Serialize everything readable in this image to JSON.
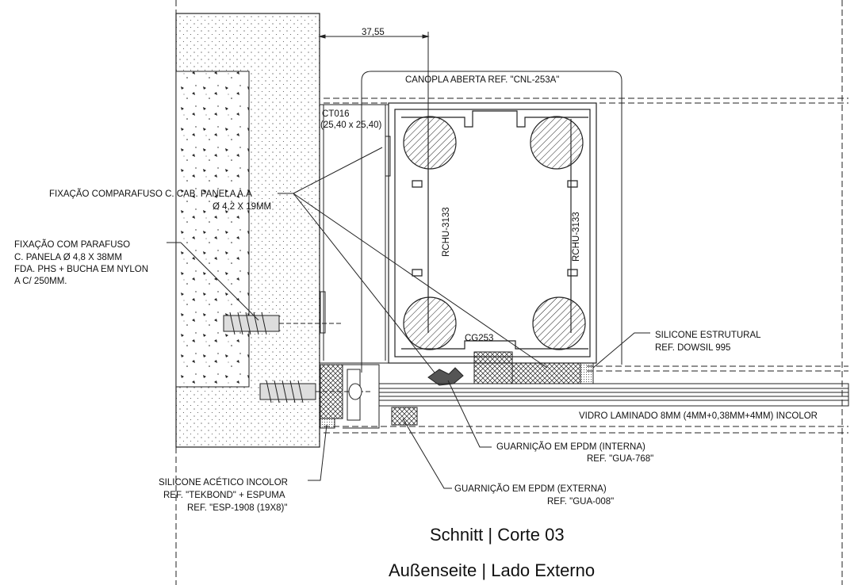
{
  "dimension": "37,55",
  "labels": {
    "canopla": "CANOPLA ABERTA REF. \"CNL-253A\"",
    "ct016_line1": "CT016",
    "ct016_line2": "(25,40 x 25,40)",
    "fix_comp_line1": "FIXAÇÃO COMPARAFUSO C. CAB. PANELA A.A",
    "fix_comp_line2": "Ø 4,2 X 19MM",
    "fix_par_line1": "FIXAÇÃO COM PARAFUSO",
    "fix_par_line2": "C. PANELA Ø 4,8 X 38MM",
    "fix_par_line3": "FDA. PHS + BUCHA EM NYLON",
    "fix_par_line4": "A C/ 250MM.",
    "rchu_left": "RCHU-3133",
    "rchu_right": "RCHU-3133",
    "cg253": "CG253",
    "silicone_estrutural_line1": "SILICONE ESTRUTURAL",
    "silicone_estrutural_line2": "REF. DOWSIL 995",
    "vidro": "VIDRO LAMINADO 8MM (4MM+0,38MM+4MM) INCOLOR",
    "guarnicao_interna_line1": "GUARNIÇÃO EM EPDM (INTERNA)",
    "guarnicao_interna_line2": "REF. \"GUA-768\"",
    "guarnicao_externa_line1": "GUARNIÇÃO EM EPDM (EXTERNA)",
    "guarnicao_externa_line2": "REF. \"GUA-008\"",
    "silicone_acetico_line1": "SILICONE ACÉTICO INCOLOR",
    "silicone_acetico_line2": "REF.  \"TEKBOND\" + ESPUMA",
    "silicone_acetico_line3": "REF.  \"ESP-1908 (19X8)\""
  },
  "title": {
    "line1": "Schnitt | Corte 03",
    "line2": "Außenseite | Lado Externo"
  }
}
